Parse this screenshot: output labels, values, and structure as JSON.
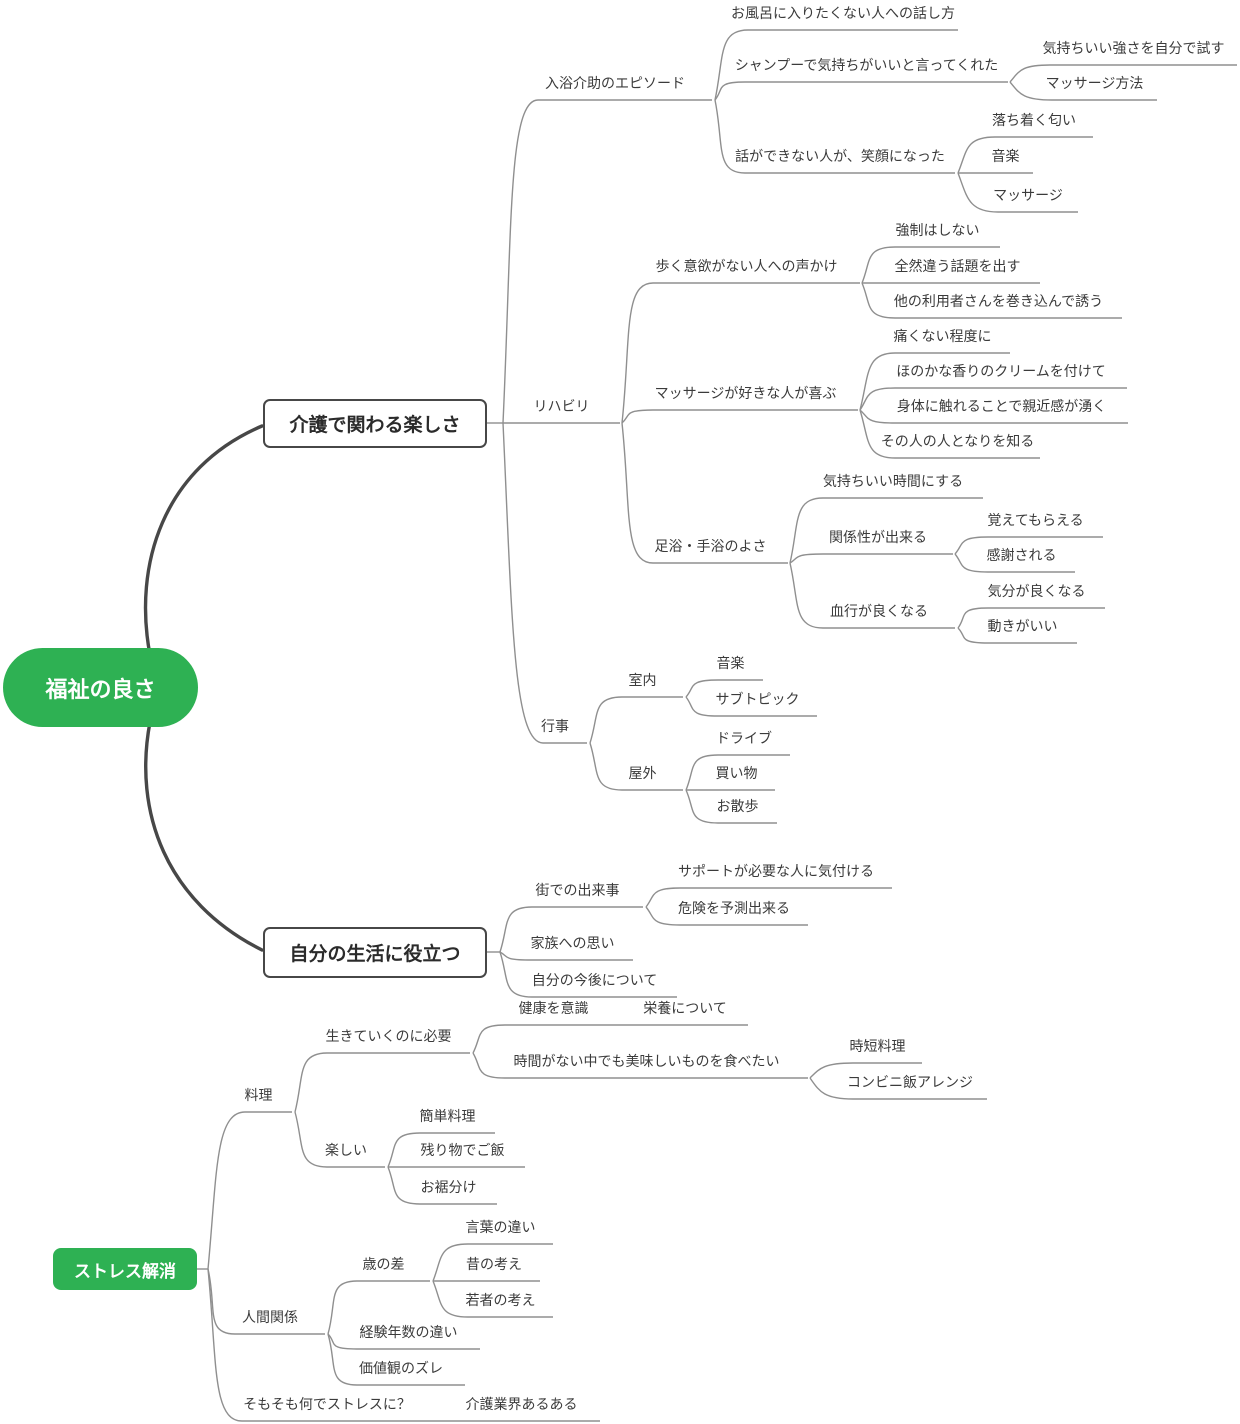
{
  "diagram_type": "mindmap",
  "colors": {
    "topic_green": "#2eb153",
    "outline_dark": "#474747",
    "connector_gray": "#8f8f8f",
    "label_text": "#3b3b3b",
    "background": "#ffffff"
  },
  "nodes": [
    {
      "id": "root",
      "kind": "central",
      "parent": null,
      "label": "福祉の良さ"
    },
    {
      "id": "kaigo",
      "kind": "box",
      "parent": "root",
      "label": "介護で関わる楽しさ"
    },
    {
      "id": "nyuyoku",
      "kind": "label",
      "parent": "kaigo",
      "label": "入浴介助のエピソード"
    },
    {
      "id": "ofuro",
      "kind": "label",
      "parent": "nyuyoku",
      "label": "お風呂に入りたくない人への話し方"
    },
    {
      "id": "shampoo",
      "kind": "label",
      "parent": "nyuyoku",
      "label": "シャンプーで気持ちがいいと言ってくれた"
    },
    {
      "id": "kimochi-tsuyosa",
      "kind": "label",
      "parent": "shampoo",
      "label": "気持ちいい強さを自分で試す"
    },
    {
      "id": "massage-hoho",
      "kind": "label",
      "parent": "shampoo",
      "label": "マッサージ方法"
    },
    {
      "id": "hanashi",
      "kind": "label",
      "parent": "nyuyoku",
      "label": "話ができない人が、笑顔になった"
    },
    {
      "id": "ochitsuku",
      "kind": "label",
      "parent": "hanashi",
      "label": "落ち着く匂い"
    },
    {
      "id": "ongaku-bath",
      "kind": "label",
      "parent": "hanashi",
      "label": "音楽"
    },
    {
      "id": "massage-bath",
      "kind": "label",
      "parent": "hanashi",
      "label": "マッサージ"
    },
    {
      "id": "rehab",
      "kind": "label",
      "parent": "kaigo",
      "label": "リハビリ"
    },
    {
      "id": "aruku",
      "kind": "label",
      "parent": "rehab",
      "label": "歩く意欲がない人への声かけ"
    },
    {
      "id": "kyosei",
      "kind": "label",
      "parent": "aruku",
      "label": "強制はしない"
    },
    {
      "id": "zenzen",
      "kind": "label",
      "parent": "aruku",
      "label": "全然違う話題を出す"
    },
    {
      "id": "hoka-riyosha",
      "kind": "label",
      "parent": "aruku",
      "label": "他の利用者さんを巻き込んで誘う"
    },
    {
      "id": "massage-suki",
      "kind": "label",
      "parent": "rehab",
      "label": "マッサージが好きな人が喜ぶ"
    },
    {
      "id": "itakunai",
      "kind": "label",
      "parent": "massage-suki",
      "label": "痛くない程度に"
    },
    {
      "id": "honoka",
      "kind": "label",
      "parent": "massage-suki",
      "label": "ほのかな香りのクリームを付けて"
    },
    {
      "id": "shintai",
      "kind": "label",
      "parent": "massage-suki",
      "label": "身体に触れることで親近感が湧く"
    },
    {
      "id": "sonohito",
      "kind": "label",
      "parent": "massage-suki",
      "label": "その人の人となりを知る"
    },
    {
      "id": "sokuyoku",
      "kind": "label",
      "parent": "rehab",
      "label": "足浴・手浴のよさ"
    },
    {
      "id": "kimochi-jikan",
      "kind": "label",
      "parent": "sokuyoku",
      "label": "気持ちいい時間にする"
    },
    {
      "id": "kankei",
      "kind": "label",
      "parent": "sokuyoku",
      "label": "関係性が出来る"
    },
    {
      "id": "oboete",
      "kind": "label",
      "parent": "kankei",
      "label": "覚えてもらえる"
    },
    {
      "id": "kansha",
      "kind": "label",
      "parent": "kankei",
      "label": "感謝される"
    },
    {
      "id": "kekko",
      "kind": "label",
      "parent": "sokuyoku",
      "label": "血行が良くなる"
    },
    {
      "id": "kibun",
      "kind": "label",
      "parent": "kekko",
      "label": "気分が良くなる"
    },
    {
      "id": "ugoki",
      "kind": "label",
      "parent": "kekko",
      "label": "動きがいい"
    },
    {
      "id": "gyoji",
      "kind": "label",
      "parent": "kaigo",
      "label": "行事"
    },
    {
      "id": "shitsunai",
      "kind": "label",
      "parent": "gyoji",
      "label": "室内"
    },
    {
      "id": "ongaku-event",
      "kind": "label",
      "parent": "shitsunai",
      "label": "音楽"
    },
    {
      "id": "subtopic",
      "kind": "label",
      "parent": "shitsunai",
      "label": "サブトピック"
    },
    {
      "id": "okugai",
      "kind": "label",
      "parent": "gyoji",
      "label": "屋外"
    },
    {
      "id": "drive",
      "kind": "label",
      "parent": "okugai",
      "label": "ドライブ"
    },
    {
      "id": "kaimono",
      "kind": "label",
      "parent": "okugai",
      "label": "買い物"
    },
    {
      "id": "osanpo",
      "kind": "label",
      "parent": "okugai",
      "label": "お散歩"
    },
    {
      "id": "seikatsu",
      "kind": "box",
      "parent": "root",
      "label": "自分の生活に役立つ"
    },
    {
      "id": "machi",
      "kind": "label",
      "parent": "seikatsu",
      "label": "街での出来事"
    },
    {
      "id": "support",
      "kind": "label",
      "parent": "machi",
      "label": "サポートが必要な人に気付ける"
    },
    {
      "id": "kiken",
      "kind": "label",
      "parent": "machi",
      "label": "危険を予測出来る"
    },
    {
      "id": "kazoku",
      "kind": "label",
      "parent": "seikatsu",
      "label": "家族への思い"
    },
    {
      "id": "kongo",
      "kind": "label",
      "parent": "seikatsu",
      "label": "自分の今後について"
    },
    {
      "id": "stress",
      "kind": "floating",
      "parent": null,
      "label": "ストレス解消"
    },
    {
      "id": "ryori",
      "kind": "label",
      "parent": "stress",
      "label": "料理"
    },
    {
      "id": "ikiteiku",
      "kind": "label",
      "parent": "ryori",
      "label": "生きていくのに必要"
    },
    {
      "id": "kenko",
      "kind": "label",
      "parent": "ikiteiku",
      "label": "健康を意識"
    },
    {
      "id": "eiyo",
      "kind": "label",
      "parent": "kenko",
      "label": "栄養について"
    },
    {
      "id": "jikan",
      "kind": "label",
      "parent": "ikiteiku",
      "label": "時間がない中でも美味しいものを食べたい"
    },
    {
      "id": "jitan",
      "kind": "label",
      "parent": "jikan",
      "label": "時短料理"
    },
    {
      "id": "conbini",
      "kind": "label",
      "parent": "jikan",
      "label": "コンビニ飯アレンジ"
    },
    {
      "id": "tanoshii",
      "kind": "label",
      "parent": "ryori",
      "label": "楽しい"
    },
    {
      "id": "kantan",
      "kind": "label",
      "parent": "tanoshii",
      "label": "簡単料理"
    },
    {
      "id": "nokorimono",
      "kind": "label",
      "parent": "tanoshii",
      "label": "残り物でご飯"
    },
    {
      "id": "osusowake",
      "kind": "label",
      "parent": "tanoshii",
      "label": "お裾分け"
    },
    {
      "id": "ningen",
      "kind": "label",
      "parent": "stress",
      "label": "人間関係"
    },
    {
      "id": "toshinosa",
      "kind": "label",
      "parent": "ningen",
      "label": "歳の差"
    },
    {
      "id": "kotoba",
      "kind": "label",
      "parent": "toshinosa",
      "label": "言葉の違い"
    },
    {
      "id": "mukashi",
      "kind": "label",
      "parent": "toshinosa",
      "label": "昔の考え"
    },
    {
      "id": "wakamono",
      "kind": "label",
      "parent": "toshinosa",
      "label": "若者の考え"
    },
    {
      "id": "keiken",
      "kind": "label",
      "parent": "ningen",
      "label": "経験年数の違い"
    },
    {
      "id": "kachikan",
      "kind": "label",
      "parent": "ningen",
      "label": "価値観のズレ"
    },
    {
      "id": "somosomo",
      "kind": "label",
      "parent": "stress",
      "label": "そもそも何でストレスに？"
    },
    {
      "id": "kaigo-gyokai",
      "kind": "label",
      "parent": "somosomo",
      "label": "介護業界あるある"
    }
  ]
}
